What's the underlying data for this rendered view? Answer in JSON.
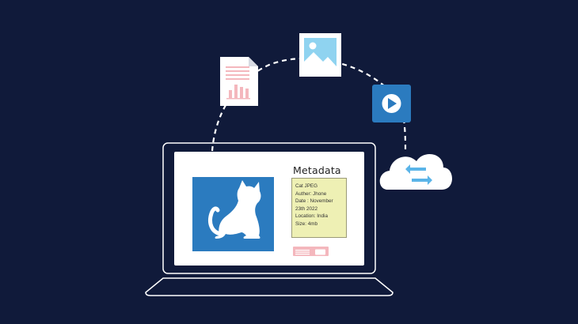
{
  "metadata_panel": {
    "title": "Metadata",
    "lines": [
      "Cat JPEG",
      "Auther: Jhone",
      "Date : November",
      "23th 2022",
      "Location: India",
      "Size: 4mb"
    ]
  },
  "icons": {
    "document": "document-chart-icon",
    "image": "image-file-icon",
    "video": "video-play-icon",
    "cloud": "cloud-sync-icon",
    "cat": "cat-silhouette-icon",
    "laptop": "laptop-icon"
  },
  "colors": {
    "background": "#101a3a",
    "accent_blue": "#2b7bbf",
    "card_yellow": "#eef0b4",
    "pink": "#f4b7bd",
    "sky": "#8fd3f0",
    "sync_arrows": "#5ab4e8"
  }
}
